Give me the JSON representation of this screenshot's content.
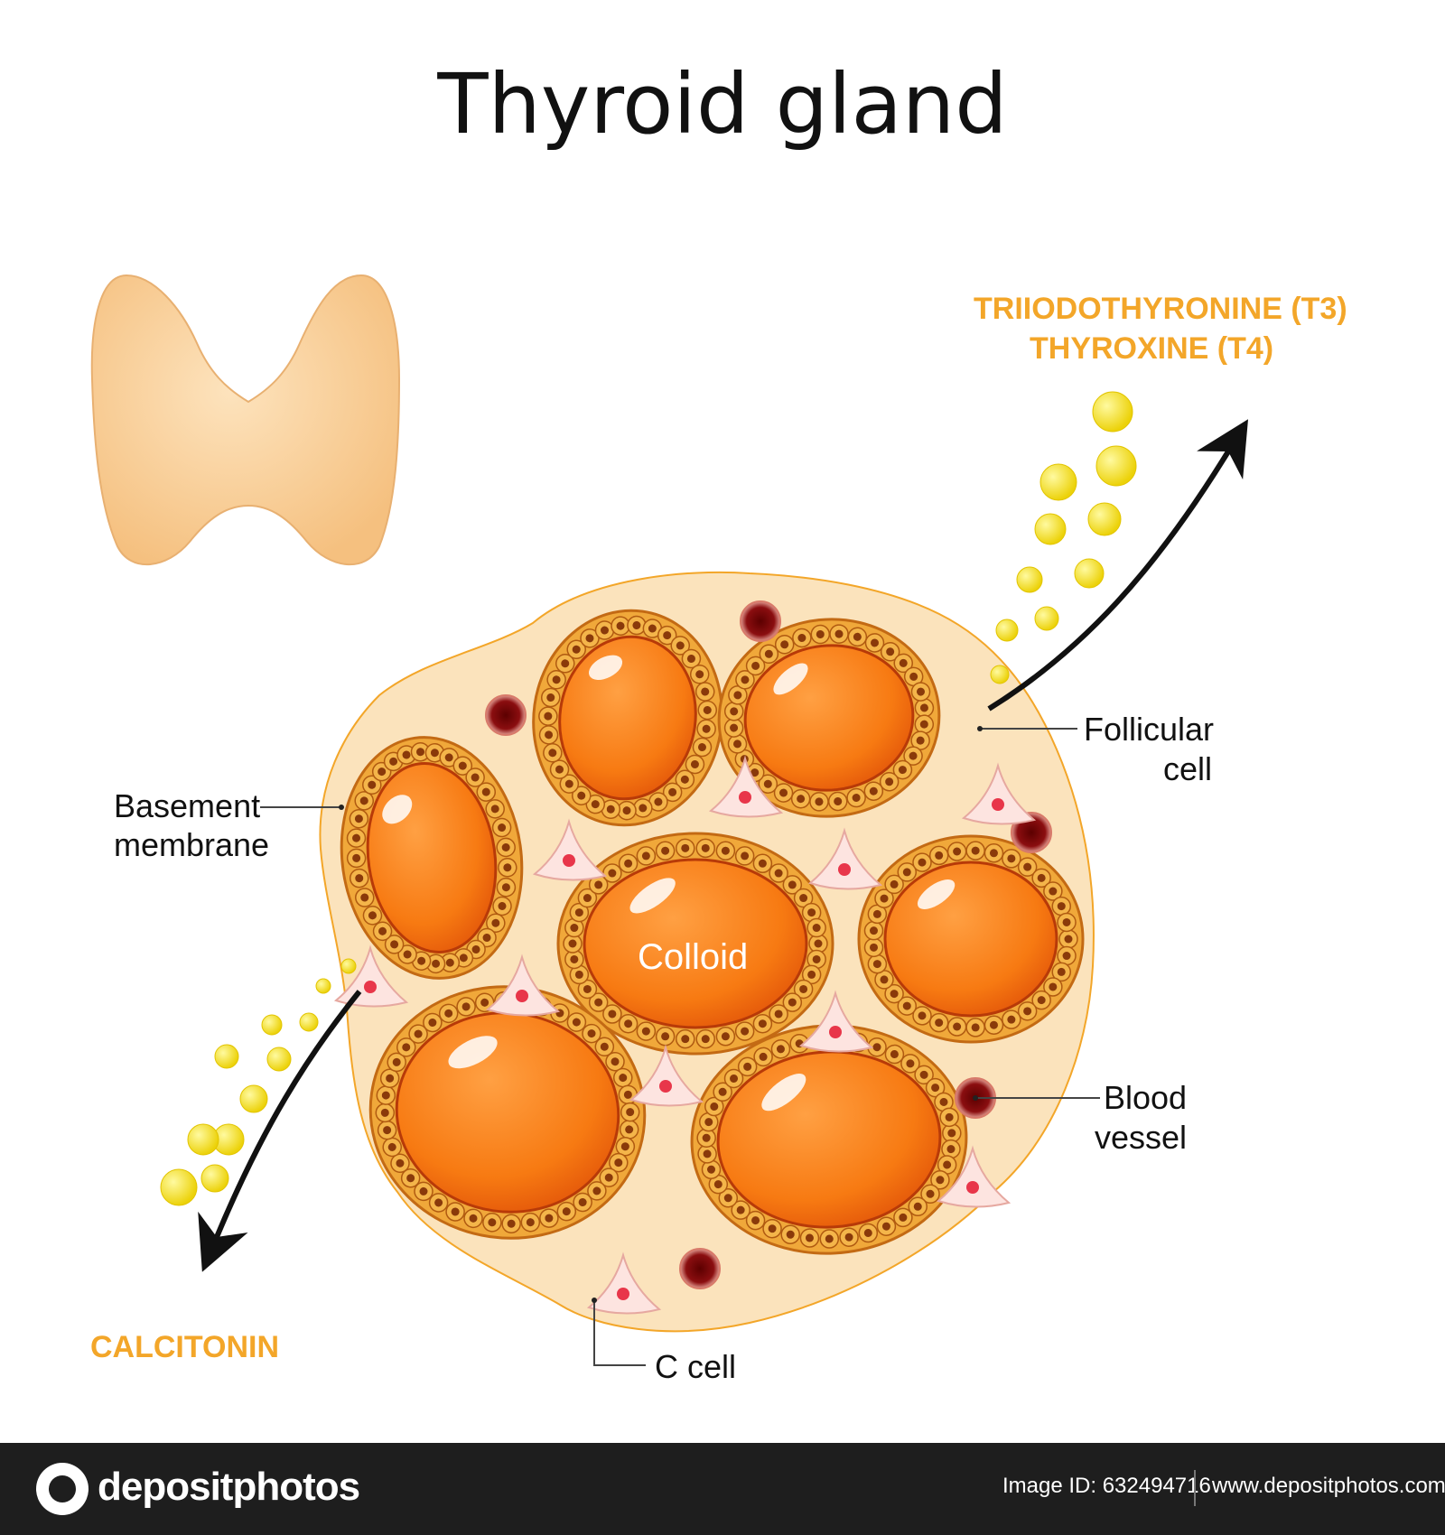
{
  "title": "Thyroid gland",
  "hormones": {
    "t3": "TRIIODOTHYRONINE (T3)",
    "t4": "THYROXINE (T4)",
    "calcitonin": "CALCITONIN"
  },
  "labels": {
    "follicular_cell_1": "Follicular",
    "follicular_cell_2": "cell",
    "basement_membrane_1": "Basement",
    "basement_membrane_2": "membrane",
    "colloid": "Colloid",
    "blood_vessel_1": "Blood",
    "blood_vessel_2": "vessel",
    "c_cell": "C cell"
  },
  "footer": {
    "brand": "depositphotos",
    "image_id": "Image ID: 632494716",
    "site": "www.depositphotos.com"
  },
  "colors": {
    "hormone_text": "#f3a629",
    "colloid": "#f77a12",
    "follicle_cell": "#f0a83a",
    "tissue": "#fbe3bc",
    "blood_vessel": "#8b0e10",
    "droplet": "#f6e30c",
    "gland": "#f8cf96"
  }
}
